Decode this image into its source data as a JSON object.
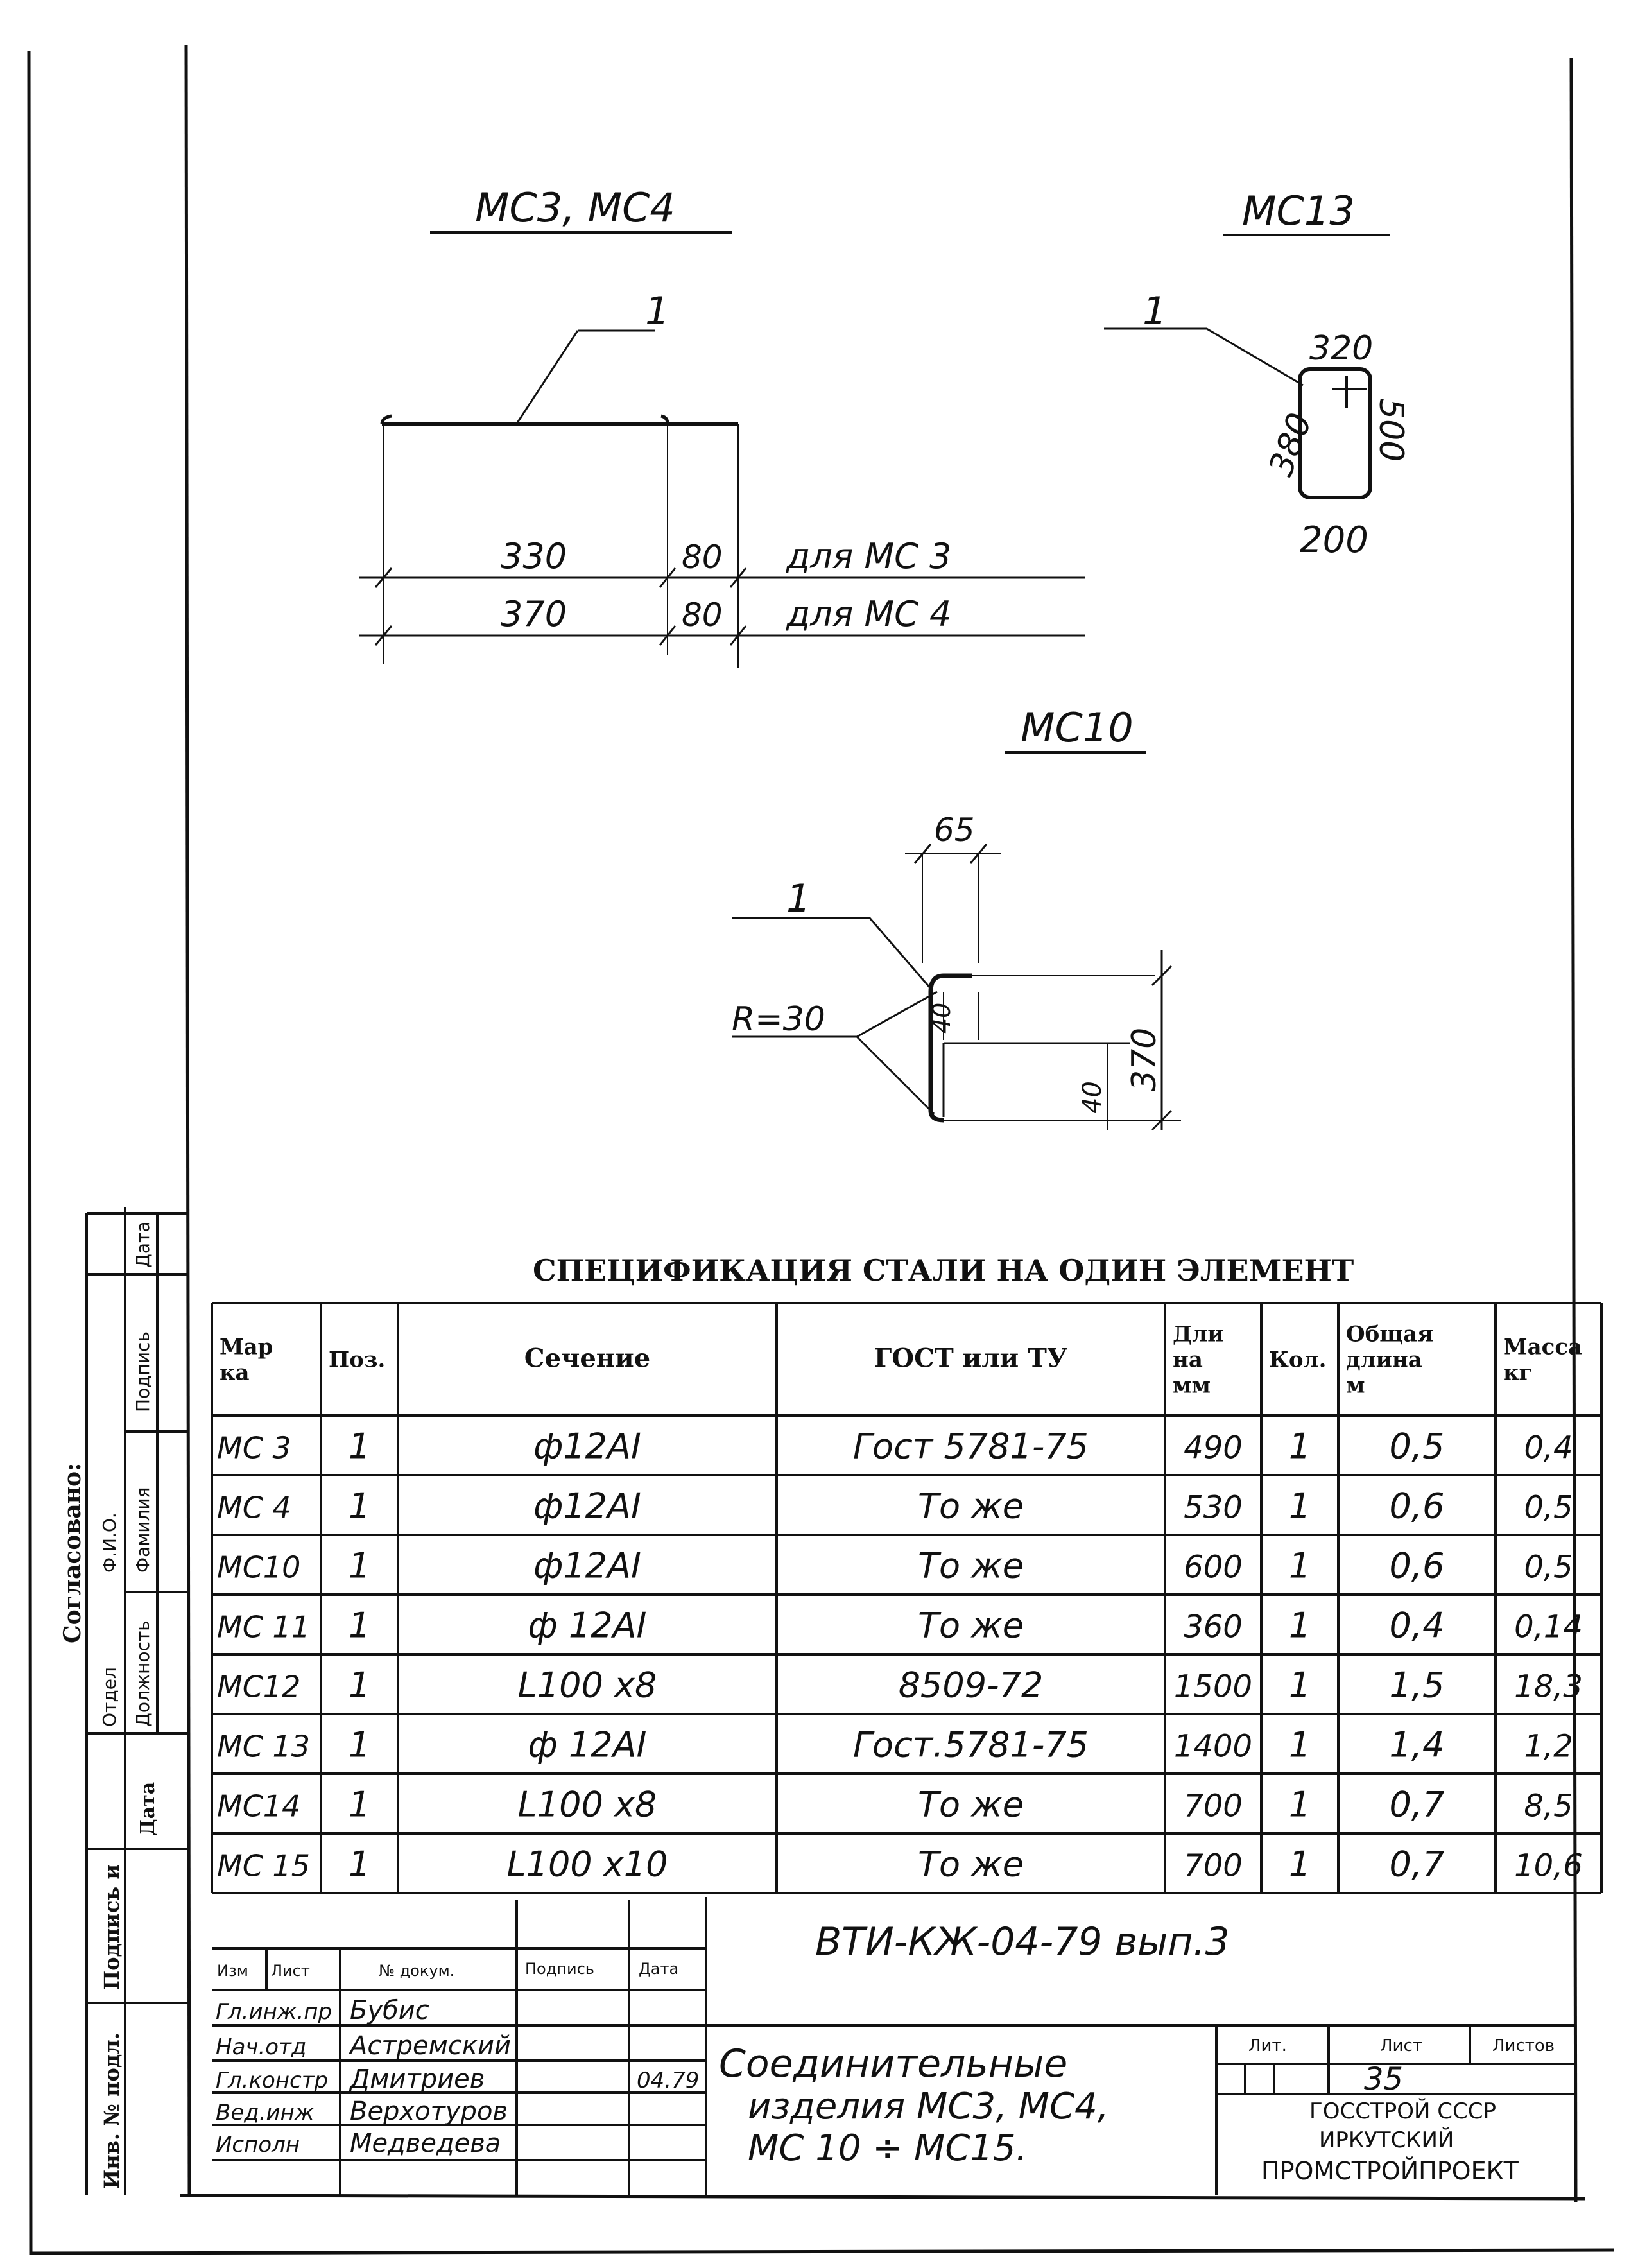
{
  "drawings": {
    "mc3_mc4": {
      "title": "МС3, МС4",
      "pos": "1",
      "rows": [
        {
          "a": "330",
          "b": "80",
          "note": "для МС 3"
        },
        {
          "a": "370",
          "b": "80",
          "note": "для МС 4"
        }
      ]
    },
    "mc13": {
      "title": "МС13",
      "pos": "1",
      "dims": {
        "top": "320",
        "left": "380",
        "right": "500",
        "bottom": "200"
      }
    },
    "mc10": {
      "title": "МС10",
      "pos": "1",
      "radius": "R=30",
      "dims": {
        "width": "65",
        "inner_top": "40",
        "inner_bottom": "40",
        "height": "370"
      }
    }
  },
  "spec": {
    "title": "СПЕЦИФИКАЦИЯ СТАЛИ НА ОДИН ЭЛЕМЕНТ",
    "headers": [
      [
        "Мар",
        "ка"
      ],
      [
        "Поз."
      ],
      [
        "Сечение"
      ],
      [
        "ГОСТ или ТУ"
      ],
      [
        "Дли",
        "на",
        "мм"
      ],
      [
        "Кол."
      ],
      [
        "Общая",
        "длина",
        "м"
      ],
      [
        "Масса",
        "кг"
      ]
    ],
    "rows": [
      [
        "МС 3",
        "1",
        "ф12АI",
        "Гост 5781-75",
        "490",
        "1",
        "0,5",
        "0,4"
      ],
      [
        "МС 4",
        "1",
        "ф12АI",
        "То же",
        "530",
        "1",
        "0,6",
        "0,5"
      ],
      [
        "МС10",
        "1",
        "ф12АI",
        "То же",
        "600",
        "1",
        "0,6",
        "0,5"
      ],
      [
        "МС 11",
        "1",
        "ф 12АI",
        "То же",
        "360",
        "1",
        "0,4",
        "0,14"
      ],
      [
        "МС12",
        "1",
        "L100 x8",
        "8509-72",
        "1500",
        "1",
        "1,5",
        "18,3"
      ],
      [
        "МС 13",
        "1",
        "ф 12АI",
        "Гост.5781-75",
        "1400",
        "1",
        "1,4",
        "1,2"
      ],
      [
        "МС14",
        "1",
        "L100 x8",
        "То же",
        "700",
        "1",
        "0,7",
        "8,5"
      ],
      [
        "МС 15",
        "1",
        "L100 x10",
        "То же",
        "700",
        "1",
        "0,7",
        "10,6"
      ]
    ]
  },
  "side_stamp": {
    "agreed": "Согласовано:",
    "cells": [
      "Отдел",
      "Должность",
      "Ф.И.О.",
      "Фамилия",
      "Подпись",
      "Дата"
    ],
    "sign_cells": [
      "Инв. № подл.",
      "Подпись и",
      "Дата"
    ]
  },
  "title_block": {
    "doc_code": "ВТИ-КЖ-04-79 вып.3",
    "col_headers": [
      "Изм",
      "Лист",
      "№ докум.",
      "Подпись",
      "Дата"
    ],
    "staff": [
      {
        "role": "Гл.инж.пр",
        "name": "Бубис"
      },
      {
        "role": "Нач.отд",
        "name": "Астремский"
      },
      {
        "role": "Гл.констр",
        "name": "Дмитриев",
        "date": "04.79"
      },
      {
        "role": "Вед.инж",
        "name": "Верхотуров"
      },
      {
        "role": "Исполн",
        "name": "Медведева"
      }
    ],
    "title": [
      "Соединительные",
      "изделия МС3, МС4,",
      "МС 10 ÷ МС15."
    ],
    "lit_label": "Лит.",
    "sheet_label": "Лист",
    "sheets_label": "Листов",
    "sheet_no": "35",
    "org": [
      "ГОССТРОЙ СССР",
      "ИРКУТСКИЙ",
      "ПРОМСТРОЙПРОЕКТ"
    ]
  }
}
